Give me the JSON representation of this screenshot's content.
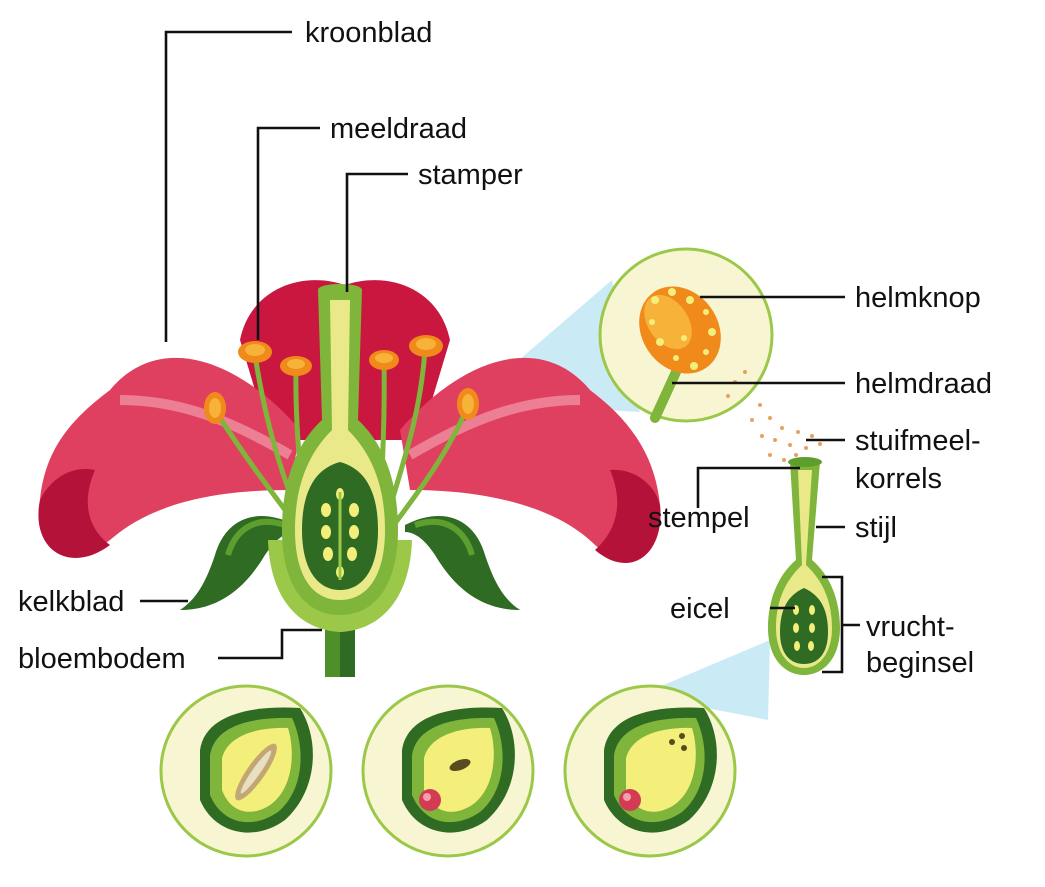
{
  "labels": {
    "kroonblad": "kroonblad",
    "meeldraad": "meeldraad",
    "stamper": "stamper",
    "helmknop": "helmknop",
    "helmdraad": "helmdraad",
    "stuifmeel_1": "stuifmeel-",
    "stuifmeel_2": "korrels",
    "stempel": "stempel",
    "stijl": "stijl",
    "eicel": "eicel",
    "vrucht_1": "vrucht-",
    "vrucht_2": "beginsel",
    "kelkblad": "kelkblad",
    "bloembodem": "bloembodem"
  },
  "colors": {
    "petal_dark": "#c9173f",
    "petal_mid": "#e0405f",
    "petal_light": "#f19aa9",
    "green_dark": "#2f6b22",
    "green_mid": "#5e9e2f",
    "green_light": "#9cc84a",
    "yellow": "#f3ef7a",
    "anther": "#f08a1a",
    "circle_bg": "#f8f6d2",
    "zoom_beam": "#aee0f0"
  }
}
